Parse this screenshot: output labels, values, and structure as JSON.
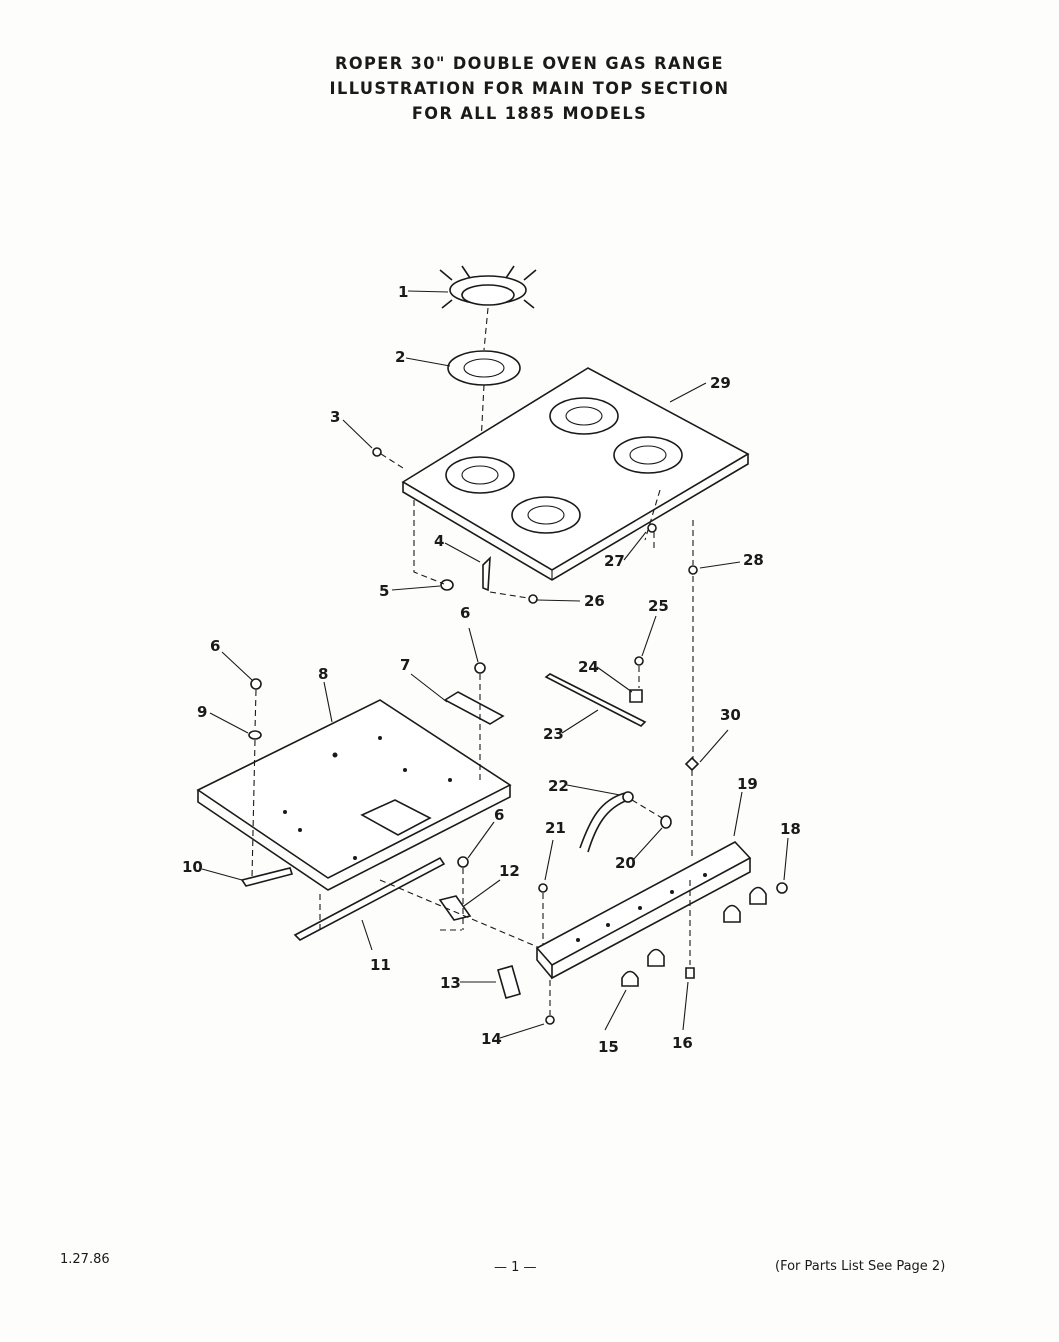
{
  "header": {
    "line1": "ROPER 30\" DOUBLE OVEN GAS RANGE",
    "line2": "ILLUSTRATION FOR MAIN TOP SECTION",
    "line3": "FOR ALL 1885 MODELS"
  },
  "callouts": {
    "c1": "1",
    "c2": "2",
    "c3": "3",
    "c4": "4",
    "c5": "5",
    "c6a": "6",
    "c6b": "6",
    "c6c": "6",
    "c7": "7",
    "c8": "8",
    "c9": "9",
    "c10": "10",
    "c11": "11",
    "c12": "12",
    "c13": "13",
    "c14": "14",
    "c15": "15",
    "c16": "16",
    "c18": "18",
    "c19": "19",
    "c20": "20",
    "c21": "21",
    "c22": "22",
    "c23": "23",
    "c24": "24",
    "c25": "25",
    "c26": "26",
    "c27": "27",
    "c28": "28",
    "c29": "29",
    "c30": "30"
  },
  "footer": {
    "date": "1.27.86",
    "page": "— 1 —",
    "note": "(For Parts List See Page 2)"
  }
}
